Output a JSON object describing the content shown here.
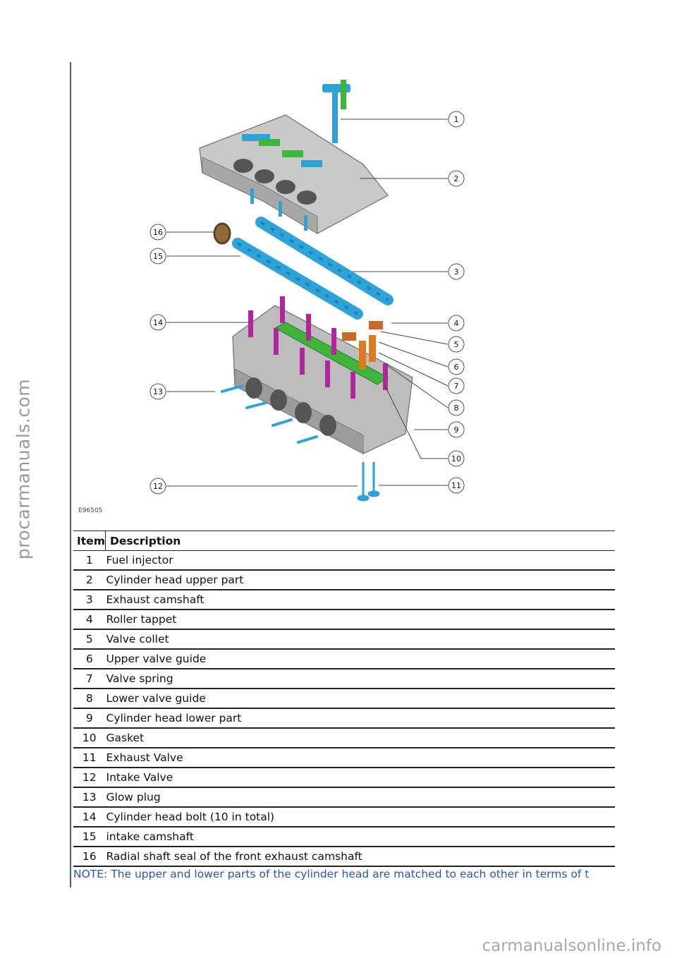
{
  "figure": {
    "code": "E96505",
    "callouts": [
      "1",
      "2",
      "3",
      "4",
      "5",
      "6",
      "7",
      "8",
      "9",
      "10",
      "11",
      "12",
      "13",
      "14",
      "15",
      "16"
    ]
  },
  "table": {
    "headers": [
      "Item",
      "Description"
    ],
    "rows": [
      {
        "item": "1",
        "description": "Fuel injector"
      },
      {
        "item": "2",
        "description": "Cylinder head upper part"
      },
      {
        "item": "3",
        "description": "Exhaust camshaft"
      },
      {
        "item": "4",
        "description": "Roller tappet"
      },
      {
        "item": "5",
        "description": "Valve collet"
      },
      {
        "item": "6",
        "description": "Upper valve guide"
      },
      {
        "item": "7",
        "description": "Valve spring"
      },
      {
        "item": "8",
        "description": "Lower valve guide"
      },
      {
        "item": "9",
        "description": "Cylinder head lower part"
      },
      {
        "item": "10",
        "description": "Gasket"
      },
      {
        "item": "11",
        "description": "Exhaust Valve"
      },
      {
        "item": "12",
        "description": "Intake Valve"
      },
      {
        "item": "13",
        "description": "Glow plug"
      },
      {
        "item": "14",
        "description": "Cylinder head bolt (10 in total)"
      },
      {
        "item": "15",
        "description": "intake camshaft"
      },
      {
        "item": "16",
        "description": "Radial shaft seal of the front exhaust camshaft"
      }
    ]
  },
  "note": "NOTE: The upper and lower parts of the cylinder head are matched to each other in terms of t",
  "watermarks": {
    "side": "procarmanuals.com",
    "bottom": "carmanualsonline.info"
  },
  "colors": {
    "rule": "#3a5fa8",
    "note_text": "#2a55b5",
    "camshaft_blue": "#2ea3d8",
    "gasket_green": "#3fb33a",
    "bolt_magenta": "#b0279c",
    "tappet_orange": "#c96a2a",
    "head_grey": "#bdbdbd"
  }
}
